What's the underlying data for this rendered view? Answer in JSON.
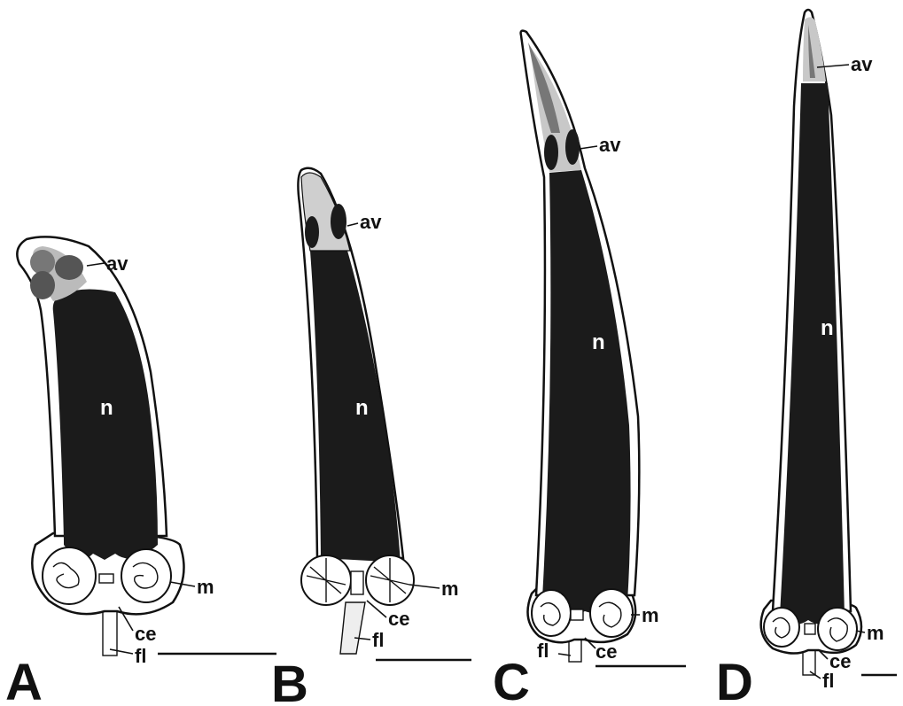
{
  "figure": {
    "panels": [
      {
        "letter": "A",
        "labels": {
          "av": "av",
          "n": "n",
          "m": "m",
          "ce": "ce",
          "fl": "fl"
        }
      },
      {
        "letter": "B",
        "labels": {
          "av": "av",
          "n": "n",
          "m": "m",
          "ce": "ce",
          "fl": "fl"
        }
      },
      {
        "letter": "C",
        "labels": {
          "av": "av",
          "n": "n",
          "m": "m",
          "ce": "ce",
          "fl": "fl"
        }
      },
      {
        "letter": "D",
        "labels": {
          "av": "av",
          "n": "n",
          "m": "m",
          "ce": "ce",
          "fl": "fl"
        }
      }
    ]
  },
  "colors": {
    "nucleus": "#1b1b1b",
    "acrosome_vesicle": "#555555",
    "acrosome_light": "#bbbbbb",
    "background": "#ffffff"
  }
}
